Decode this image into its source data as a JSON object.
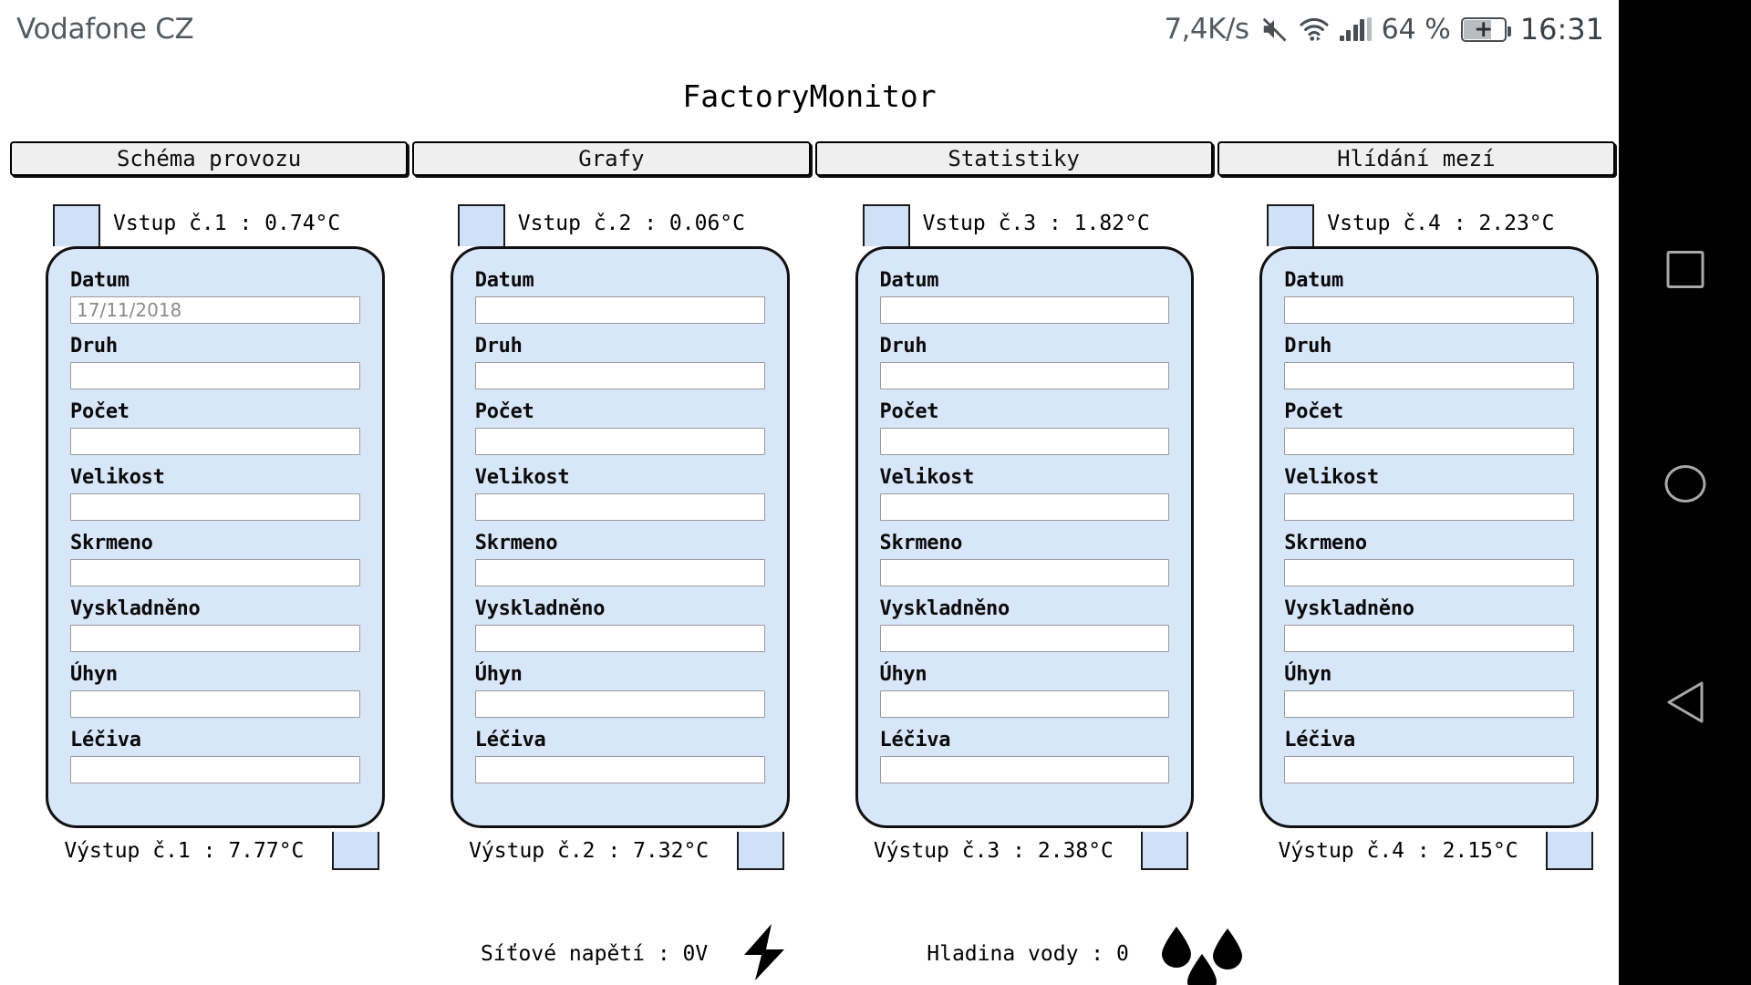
{
  "statusbar": {
    "carrier": "Vodafone CZ",
    "network_speed": "7,4K/s",
    "mute_icon": "mute-icon",
    "wifi_icon": "wifi-icon",
    "signal_icon": "signal-bars-icon",
    "battery_percent": "64 %",
    "battery_icon": "battery-charging-icon",
    "clock": "16:31"
  },
  "app": {
    "title": "FactoryMonitor"
  },
  "tabs": [
    {
      "label": "Schéma provozu",
      "active": true
    },
    {
      "label": "Grafy",
      "active": false
    },
    {
      "label": "Statistiky",
      "active": false
    },
    {
      "label": "Hlídání mezí",
      "active": false
    }
  ],
  "field_labels": {
    "datum": "Datum",
    "druh": "Druh",
    "pocet": "Počet",
    "velikost": "Velikost",
    "skrmeno": "Skrmeno",
    "vyskladneno": "Vyskladněno",
    "uhyn": "Úhyn",
    "leciva": "Léčiva"
  },
  "columns": [
    {
      "input_label": "Vstup č.1 : 0.74°C",
      "output_label": "Výstup č.1 : 7.77°C",
      "input_temp": 0.74,
      "output_temp": 7.77,
      "fields": {
        "datum": {
          "value": "",
          "placeholder": "17/11/2018"
        },
        "druh": {
          "value": "",
          "placeholder": ""
        },
        "pocet": {
          "value": "",
          "placeholder": ""
        },
        "velikost": {
          "value": "",
          "placeholder": ""
        },
        "skrmeno": {
          "value": "",
          "placeholder": ""
        },
        "vyskladneno": {
          "value": "",
          "placeholder": ""
        },
        "uhyn": {
          "value": "",
          "placeholder": ""
        },
        "leciva": {
          "value": "",
          "placeholder": ""
        }
      }
    },
    {
      "input_label": "Vstup č.2 : 0.06°C",
      "output_label": "Výstup č.2 : 7.32°C",
      "input_temp": 0.06,
      "output_temp": 7.32,
      "fields": {
        "datum": {
          "value": "",
          "placeholder": ""
        },
        "druh": {
          "value": "",
          "placeholder": ""
        },
        "pocet": {
          "value": "",
          "placeholder": ""
        },
        "velikost": {
          "value": "",
          "placeholder": ""
        },
        "skrmeno": {
          "value": "",
          "placeholder": ""
        },
        "vyskladneno": {
          "value": "",
          "placeholder": ""
        },
        "uhyn": {
          "value": "",
          "placeholder": ""
        },
        "leciva": {
          "value": "",
          "placeholder": ""
        }
      }
    },
    {
      "input_label": "Vstup č.3 : 1.82°C",
      "output_label": "Výstup č.3 : 2.38°C",
      "input_temp": 1.82,
      "output_temp": 2.38,
      "fields": {
        "datum": {
          "value": "",
          "placeholder": ""
        },
        "druh": {
          "value": "",
          "placeholder": ""
        },
        "pocet": {
          "value": "",
          "placeholder": ""
        },
        "velikost": {
          "value": "",
          "placeholder": ""
        },
        "skrmeno": {
          "value": "",
          "placeholder": ""
        },
        "vyskladneno": {
          "value": "",
          "placeholder": ""
        },
        "uhyn": {
          "value": "",
          "placeholder": ""
        },
        "leciva": {
          "value": "",
          "placeholder": ""
        }
      }
    },
    {
      "input_label": "Vstup č.4 : 2.23°C",
      "output_label": "Výstup č.4 : 2.15°C",
      "input_temp": 2.23,
      "output_temp": 2.15,
      "fields": {
        "datum": {
          "value": "",
          "placeholder": ""
        },
        "druh": {
          "value": "",
          "placeholder": ""
        },
        "pocet": {
          "value": "",
          "placeholder": ""
        },
        "velikost": {
          "value": "",
          "placeholder": ""
        },
        "skrmeno": {
          "value": "",
          "placeholder": ""
        },
        "vyskladneno": {
          "value": "",
          "placeholder": ""
        },
        "uhyn": {
          "value": "",
          "placeholder": ""
        },
        "leciva": {
          "value": "",
          "placeholder": ""
        }
      }
    }
  ],
  "bottom": {
    "voltage_label": "Síťové napětí : 0V",
    "voltage_icon": "lightning-bolt-icon",
    "water_label": "Hladina vody : 0",
    "water_icon": "water-drops-icon"
  },
  "navbar": {
    "recents": "recents-square-icon",
    "home": "home-circle-icon",
    "back": "back-triangle-icon"
  },
  "colors": {
    "card_bg": "#d8e6f9",
    "port_bg": "#cfe0f7",
    "tab_bg": "#efefef",
    "app_bg": "#ffffff",
    "navbar_bg": "#000000",
    "nav_icon": "#a8a8a8"
  }
}
